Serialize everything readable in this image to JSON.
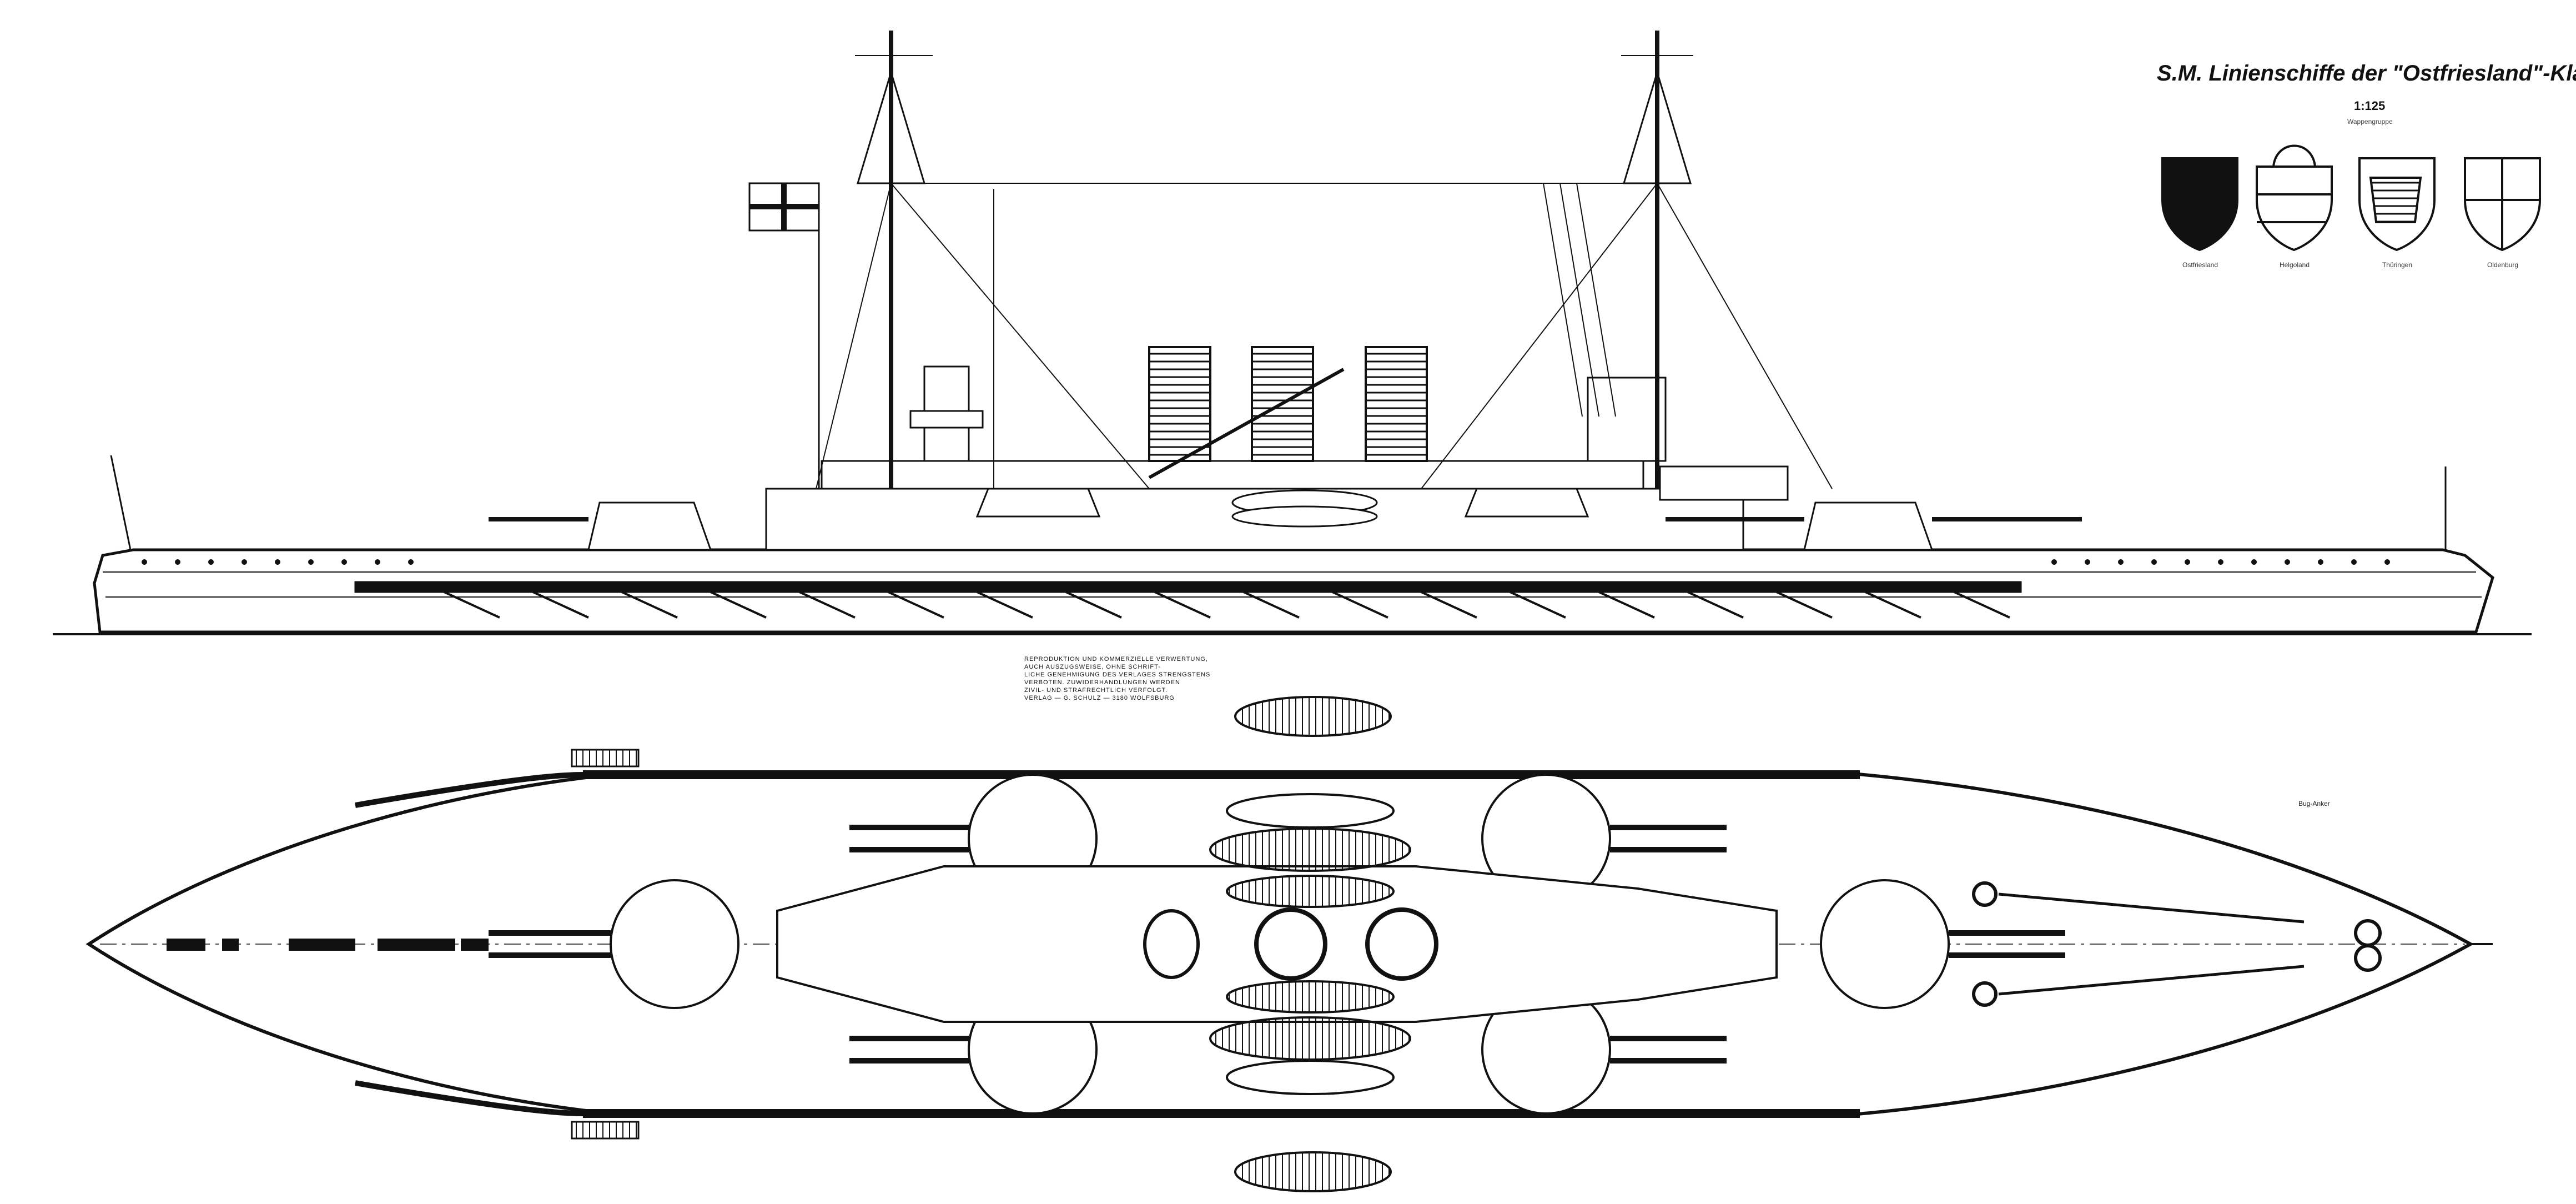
{
  "title": "S.M. Linienschiffe der \"Ostfriesland\"-Klasse",
  "scale": "1:125",
  "subhead": "Wappengruppe",
  "crests": [
    {
      "name": "Ostfriesland"
    },
    {
      "name": "Helgoland"
    },
    {
      "name": "Thüringen"
    },
    {
      "name": "Oldenburg"
    }
  ],
  "copyright_note": [
    "Reproduktion und kommerzielle Verwertung,",
    "auch auszugsweise, ohne schrift-",
    "liche Genehmigung des Verlages strengstens",
    "verboten. Zuwiderhandlungen werden",
    "zivil- und strafrechtlich verfolgt.",
    "Verlag — G. Schulz — 3180 Wolfsburg"
  ],
  "bow_label": "Bug-Anker",
  "colors": {
    "ink": "#111111",
    "paper": "#ffffff"
  }
}
